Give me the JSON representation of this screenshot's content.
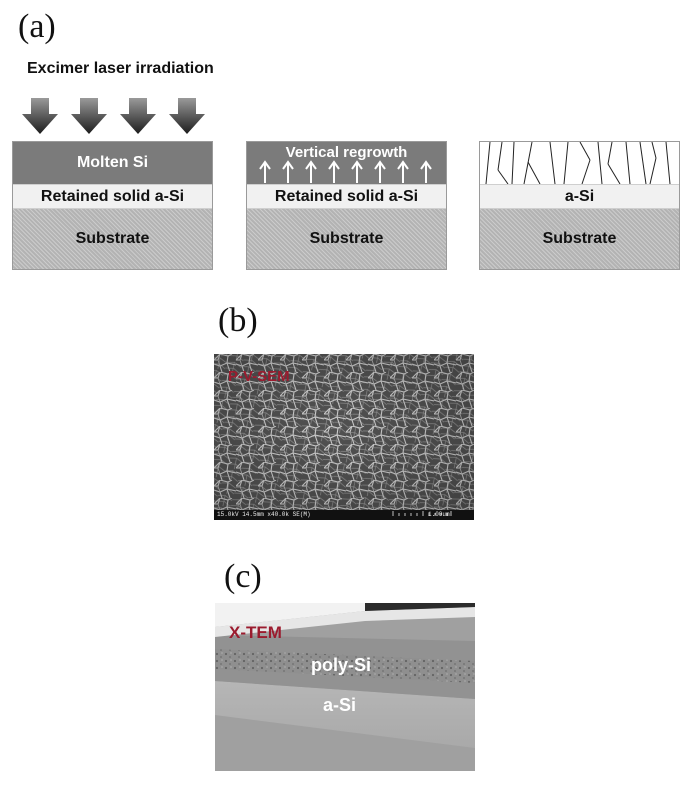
{
  "panel_a": {
    "label": "(a)",
    "laser_title": "Excimer laser irradiation",
    "box1": {
      "molten": "Molten Si",
      "retained": "Retained solid a-Si",
      "substrate": "Substrate"
    },
    "box2": {
      "regrowth": "Vertical regrowth",
      "retained": "Retained solid a-Si",
      "substrate": "Substrate"
    },
    "box3": {
      "asi": "a-Si",
      "substrate": "Substrate"
    }
  },
  "panel_b": {
    "label": "(b)",
    "image_label": "P-V-SEM",
    "info_bar": "15.0kV 14.5mm x40.0k SE(M)",
    "scale_label": "1.00um"
  },
  "panel_c": {
    "label": "(c)",
    "image_label": "X-TEM",
    "poly_label": "poly-Si",
    "asi_label": "a-Si"
  },
  "colors": {
    "molten": "#7b7b7b",
    "label_red": "#9b1b2e"
  }
}
